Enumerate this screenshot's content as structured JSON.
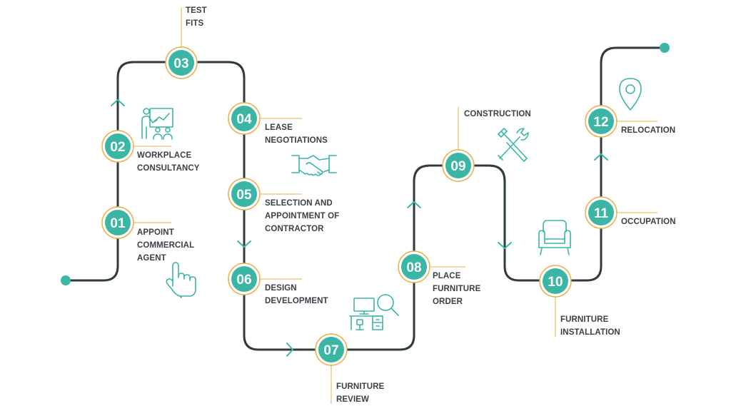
{
  "colors": {
    "path": "#2f3a41",
    "teal": "#3bb6a5",
    "ring": "#e7b24a",
    "connector": "#e7b24a",
    "icon": "#3bb6a5",
    "text": "#3a4148"
  },
  "steps": [
    {
      "number": "01",
      "lines": [
        "APPOINT",
        "COMMERCIAL",
        "AGENT"
      ],
      "icon": "pointing-hand-icon"
    },
    {
      "number": "02",
      "lines": [
        "WORKPLACE",
        "CONSULTANCY"
      ],
      "icon": "presentation-board-icon"
    },
    {
      "number": "03",
      "lines": [
        "TEST",
        "FITS"
      ],
      "icon": ""
    },
    {
      "number": "04",
      "lines": [
        "LEASE",
        "NEGOTIATIONS"
      ],
      "icon": "handshake-icon"
    },
    {
      "number": "05",
      "lines": [
        "SELECTION AND",
        "APPOINTMENT OF",
        "CONTRACTOR"
      ],
      "icon": ""
    },
    {
      "number": "06",
      "lines": [
        "DESIGN",
        "DEVELOPMENT"
      ],
      "icon": ""
    },
    {
      "number": "07",
      "lines": [
        "FURNITURE",
        "REVIEW"
      ],
      "icon": "desk-search-icon"
    },
    {
      "number": "08",
      "lines": [
        "PLACE",
        "FURNITURE",
        "ORDER"
      ],
      "icon": ""
    },
    {
      "number": "09",
      "lines": [
        "CONSTRUCTION"
      ],
      "icon": "wrench-hammer-icon"
    },
    {
      "number": "10",
      "lines": [
        "FURNITURE",
        "INSTALLATION"
      ],
      "icon": "armchair-icon"
    },
    {
      "number": "11",
      "lines": [
        "OCCUPATION"
      ],
      "icon": ""
    },
    {
      "number": "12",
      "lines": [
        "RELOCATION"
      ],
      "icon": "location-pin-icon"
    }
  ]
}
